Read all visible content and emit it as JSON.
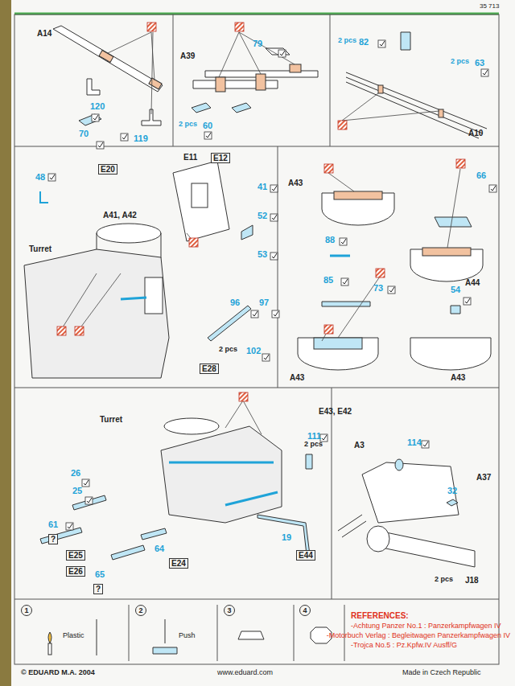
{
  "diagram": {
    "labels": [
      "35 713",
      "A14",
      "120",
      "70",
      "119",
      "A39",
      "79",
      "2 pcs",
      "60",
      "2 pcs",
      "82",
      "2 pcs",
      "63",
      "A10",
      "48",
      "E20",
      "E12",
      "E11",
      "41",
      "52",
      "53",
      "Turret",
      "A41, A42",
      "96",
      "97",
      "2 pcs",
      "102",
      "E28",
      "A43",
      "66",
      "A44",
      "88",
      "85",
      "73",
      "54",
      "A43",
      "A43",
      "Turret",
      "E43, E42",
      "111",
      "2 pcs",
      "26",
      "25",
      "61",
      "?",
      "E25",
      "E26",
      "65",
      "?",
      "64",
      "E24",
      "19",
      "E44",
      "A3",
      "114",
      "A37",
      "32",
      "2 pcs",
      "J18",
      "1",
      "Plastic",
      "2",
      "Push",
      "3",
      "4",
      "REFERENCES:",
      "-Achtung Panzer No.1 : Panzerkampfwagen IV",
      "-Motorbuch Verlag : Begleitwagen Panzerkampfwagen IV",
      "-Trojca No.5 : Pz.Kpfw.IV Ausff/G",
      "© EDUARD M.A. 2004",
      "www.eduard.com",
      "Made in Czech Republic"
    ]
  }
}
